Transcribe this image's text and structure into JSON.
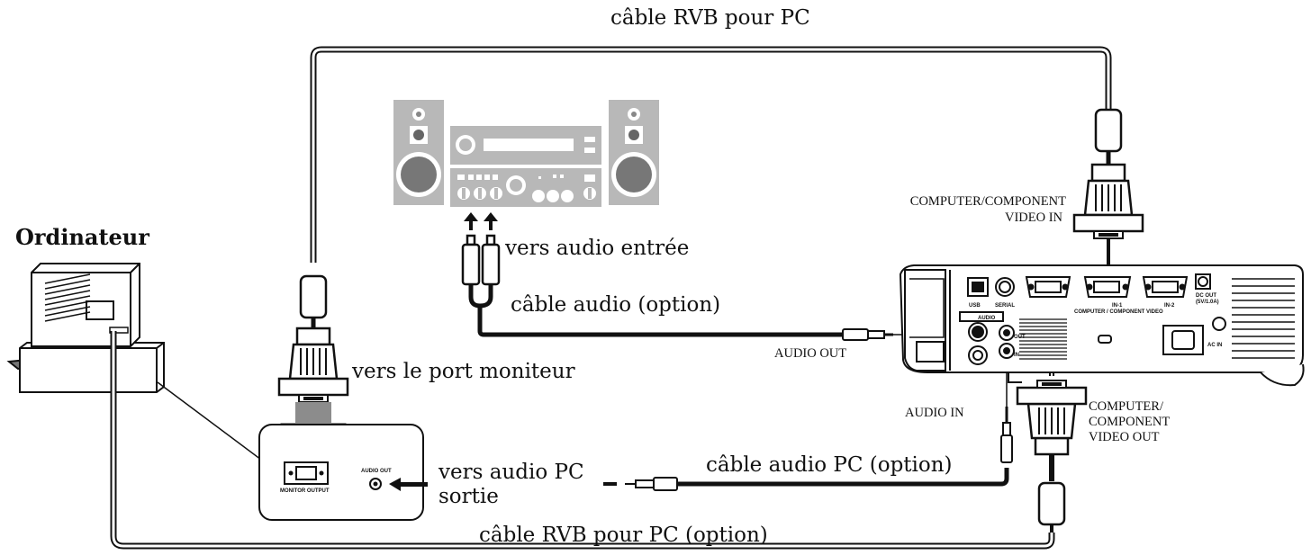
{
  "labels": {
    "top_cable": "câble RVB pour PC",
    "computer": "Ordinateur",
    "component_in_1": "COMPUTER/COMPONENT",
    "component_in_2": "VIDEO IN",
    "to_audio_input": "vers audio entrée",
    "audio_cable": "câble audio (option)",
    "audio_out": "AUDIO OUT",
    "to_monitor_port": "vers le port moniteur",
    "audio_in": "AUDIO IN",
    "component_out_1": "COMPUTER/",
    "component_out_2": "COMPONENT",
    "component_out_3": "VIDEO OUT",
    "to_pc_audio_1": "vers audio PC",
    "to_pc_audio_2": "sortie",
    "pc_audio_cable": "câble audio PC (option)",
    "bottom_cable": "câble RVB pour PC (option)",
    "pc_panel_monitor_output": "MONITOR OUTPUT",
    "pc_panel_audio_out": "AUDIO OUT"
  },
  "icons": {
    "computer": "desktop-computer-icon",
    "stereo": "stereo-system-icon",
    "projector": "projector-icon",
    "vga_plug": "vga-plug-icon",
    "rca_plug": "rca-plug-icon",
    "mini_jack": "mini-jack-plug-icon"
  },
  "colors": {
    "line": "#111111",
    "arrow_gray": "#8c8c8c",
    "device_gray": "#b8b8b8"
  }
}
